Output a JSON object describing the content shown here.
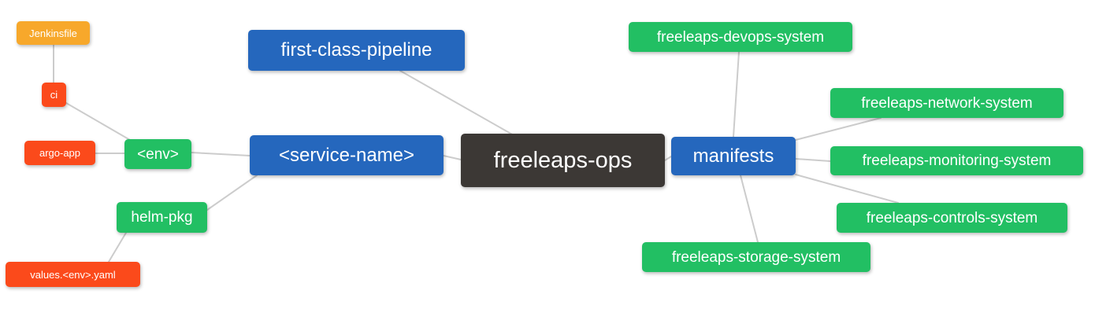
{
  "diagram": {
    "title": "freeleaps-ops mind map",
    "palette": {
      "blue": "#2567BD",
      "green": "#22BF63",
      "orange": "#F7A82B",
      "red": "#FB4A1B",
      "dark": "#3C3835",
      "line": "#CCCCCC",
      "text": "#FFFFFF"
    },
    "nodes": {
      "root": {
        "label": "freeleaps-ops",
        "color": "dark"
      },
      "first_class_pipeline": {
        "label": "first-class-pipeline",
        "color": "blue"
      },
      "service_name": {
        "label": "<service-name>",
        "color": "blue"
      },
      "manifests": {
        "label": "manifests",
        "color": "blue"
      },
      "env": {
        "label": "<env>",
        "color": "green"
      },
      "helm_pkg": {
        "label": "helm-pkg",
        "color": "green"
      },
      "jenkinsfile": {
        "label": "Jenkinsfile",
        "color": "orange"
      },
      "ci": {
        "label": "ci",
        "color": "red"
      },
      "argo_app": {
        "label": "argo-app",
        "color": "red"
      },
      "values_env_yaml": {
        "label": "values.<env>.yaml",
        "color": "red"
      },
      "devops_system": {
        "label": "freeleaps-devops-system",
        "color": "green"
      },
      "network_system": {
        "label": "freeleaps-network-system",
        "color": "green"
      },
      "monitoring_system": {
        "label": "freeleaps-monitoring-system",
        "color": "green"
      },
      "controls_system": {
        "label": "freeleaps-controls-system",
        "color": "green"
      },
      "storage_system": {
        "label": "freeleaps-storage-system",
        "color": "green"
      }
    },
    "edges": [
      [
        "jenkinsfile",
        "ci"
      ],
      [
        "ci",
        "env"
      ],
      [
        "argo_app",
        "env"
      ],
      [
        "env",
        "service_name"
      ],
      [
        "helm_pkg",
        "service_name"
      ],
      [
        "values_env_yaml",
        "helm_pkg"
      ],
      [
        "first_class_pipeline",
        "root"
      ],
      [
        "service_name",
        "root"
      ],
      [
        "root",
        "manifests"
      ],
      [
        "manifests",
        "devops_system"
      ],
      [
        "manifests",
        "network_system"
      ],
      [
        "manifests",
        "monitoring_system"
      ],
      [
        "manifests",
        "controls_system"
      ],
      [
        "manifests",
        "storage_system"
      ]
    ]
  }
}
